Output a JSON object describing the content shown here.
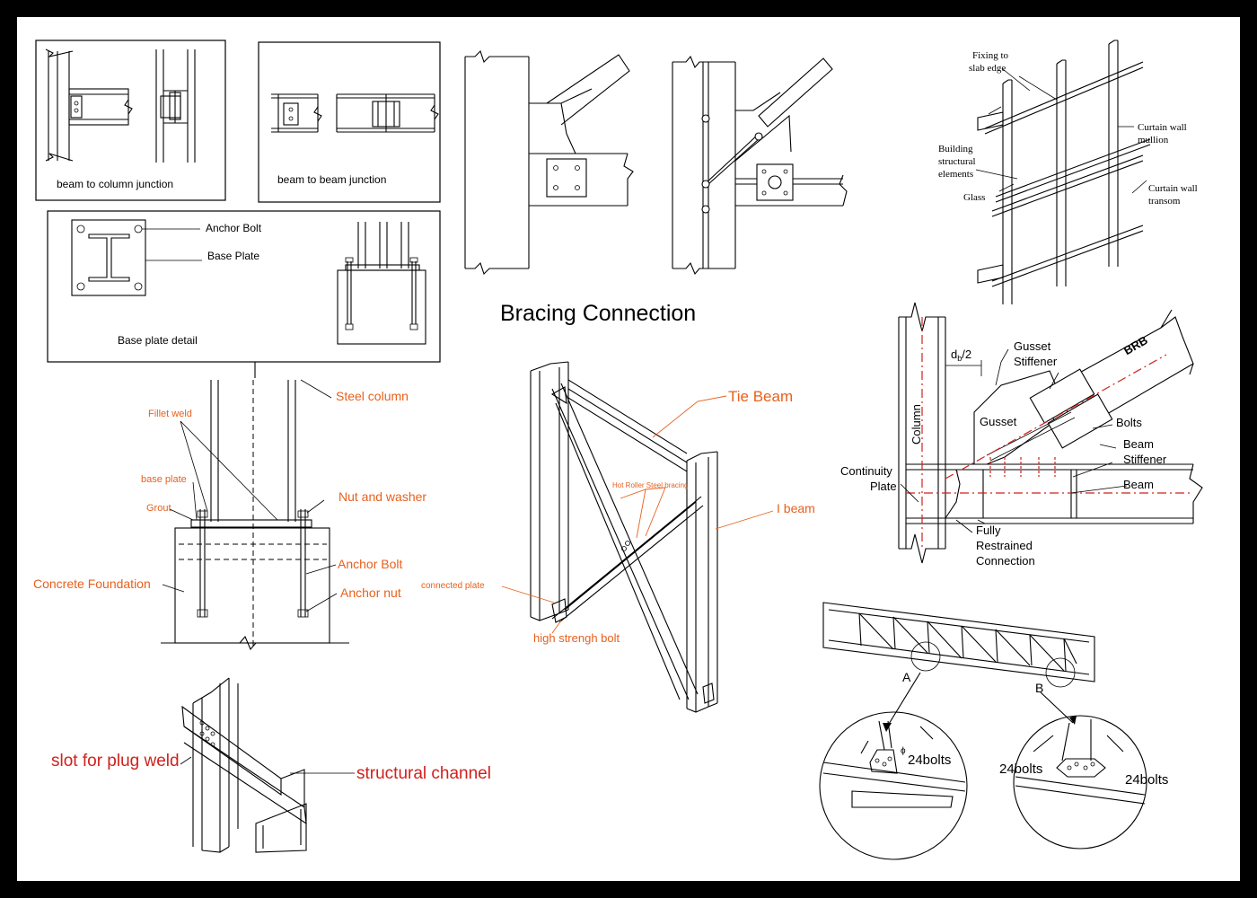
{
  "title": "Bracing Connection",
  "panels": {
    "beam_column": {
      "caption": "beam to column junction"
    },
    "beam_beam": {
      "caption": "beam to beam junction"
    },
    "base_plate": {
      "caption": "Base plate detail",
      "anchor_bolt": "Anchor Bolt",
      "base_plate": "Base Plate"
    }
  },
  "base_detail": {
    "steel_column": "Steel column",
    "fillet_weld": "Fillet weld",
    "base_plate": "base plate",
    "grout": "Grout",
    "nut_washer": "Nut and washer",
    "concrete_foundation": "Concrete Foundation",
    "anchor_bolt": "Anchor Bolt",
    "anchor_nut": "Anchor nut"
  },
  "braced_frame": {
    "tie_beam": "Tie Beam",
    "hot_roller": "Hot Roller Steel bracing",
    "i_beam": "I beam",
    "connected_plate": "connected plate",
    "hs_bolt": "high strengh bolt"
  },
  "channel": {
    "plug_weld": "slot for plug weld",
    "structural_channel": "structural channel"
  },
  "curtain_wall": {
    "fixing_1": "Fixing to",
    "fixing_2": "slab edge",
    "building_1": "Building",
    "building_2": "structural",
    "building_3": "elements",
    "glass": "Glass",
    "mullion_1": "Curtain wall",
    "mullion_2": "mullion",
    "transom_1": "Curtain wall",
    "transom_2": "transom"
  },
  "brb": {
    "db_main": "d",
    "db_sub": "b",
    "db_tail": "/2",
    "gusset_stiffener_1": "Gusset",
    "gusset_stiffener_2": "Stiffener",
    "brb": "BRB",
    "column": "Column",
    "gusset": "Gusset",
    "bolts": "Bolts",
    "beam_stiffener_1": "Beam",
    "beam_stiffener_2": "Stiffener",
    "continuity_1": "Continuity",
    "continuity_2": "Plate",
    "beam": "Beam",
    "fully_1": "Fully",
    "fully_2": "Restrained",
    "fully_3": "Connection"
  },
  "truss": {
    "label_a": "A",
    "label_b": "B",
    "phi": "ϕ",
    "bolts_a": "24bolts",
    "bolts_b1": "24bolts",
    "bolts_b2": "24bolts"
  },
  "colors": {
    "background": "#ffffff",
    "border": "#000000",
    "orange_label": "#e8601c",
    "red_label": "#d0211c",
    "red_line": "#d0211c"
  }
}
